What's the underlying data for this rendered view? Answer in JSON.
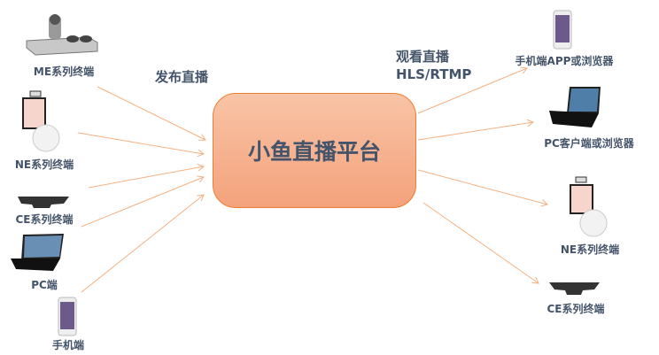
{
  "sources": [
    {
      "label": "ME系列终端",
      "icon": "me-terminal-icon"
    },
    {
      "label": "NE系列终端",
      "icon": "ne-terminal-icon"
    },
    {
      "label": "CE系列终端",
      "icon": "ce-terminal-icon"
    },
    {
      "label": "PC端",
      "icon": "laptop-icon"
    },
    {
      "label": "手机端",
      "icon": "phone-icon"
    }
  ],
  "publish_label": "发布直播",
  "hub_label": "小鱼直播平台",
  "watch_label": "观看直播",
  "protocol_label": "HLS/RTMP",
  "targets": [
    {
      "label": "手机端APP或浏览器",
      "icon": "phone-icon"
    },
    {
      "label": "PC客户端或浏览器",
      "icon": "laptop-icon"
    },
    {
      "label": "NE系列终端",
      "icon": "ne-terminal-icon"
    },
    {
      "label": "CE系列终端",
      "icon": "ce-terminal-icon"
    }
  ],
  "colors": {
    "arrow": "#f4b183",
    "hub_border": "#ed7d31",
    "text": "#44546a"
  }
}
